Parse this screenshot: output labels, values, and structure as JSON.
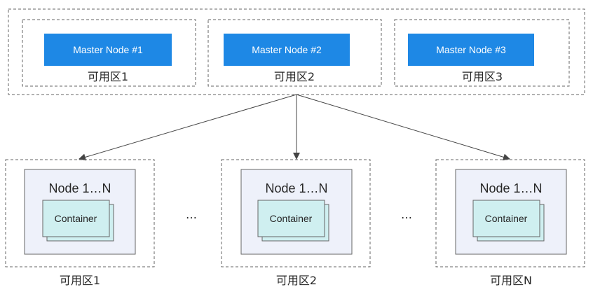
{
  "control_plane": {
    "zones": [
      {
        "master_label": "Master Node #1",
        "zone_label": "可用区1"
      },
      {
        "master_label": "Master Node #2",
        "zone_label": "可用区2"
      },
      {
        "master_label": "Master Node #3",
        "zone_label": "可用区3"
      }
    ]
  },
  "worker_plane": {
    "zones": [
      {
        "node_label": "Node 1…N",
        "container_label": "Container",
        "zone_label": "可用区1"
      },
      {
        "node_label": "Node 1…N",
        "container_label": "Container",
        "zone_label": "可用区2"
      },
      {
        "node_label": "Node 1…N",
        "container_label": "Container",
        "zone_label": "可用区N"
      }
    ],
    "separators": [
      "…",
      "…"
    ]
  },
  "colors": {
    "master_fill": "#1E88E5",
    "node_fill": "#EEF1FA",
    "container_fill": "#CFEFF0",
    "border": "#666666",
    "arrow": "#444444"
  }
}
